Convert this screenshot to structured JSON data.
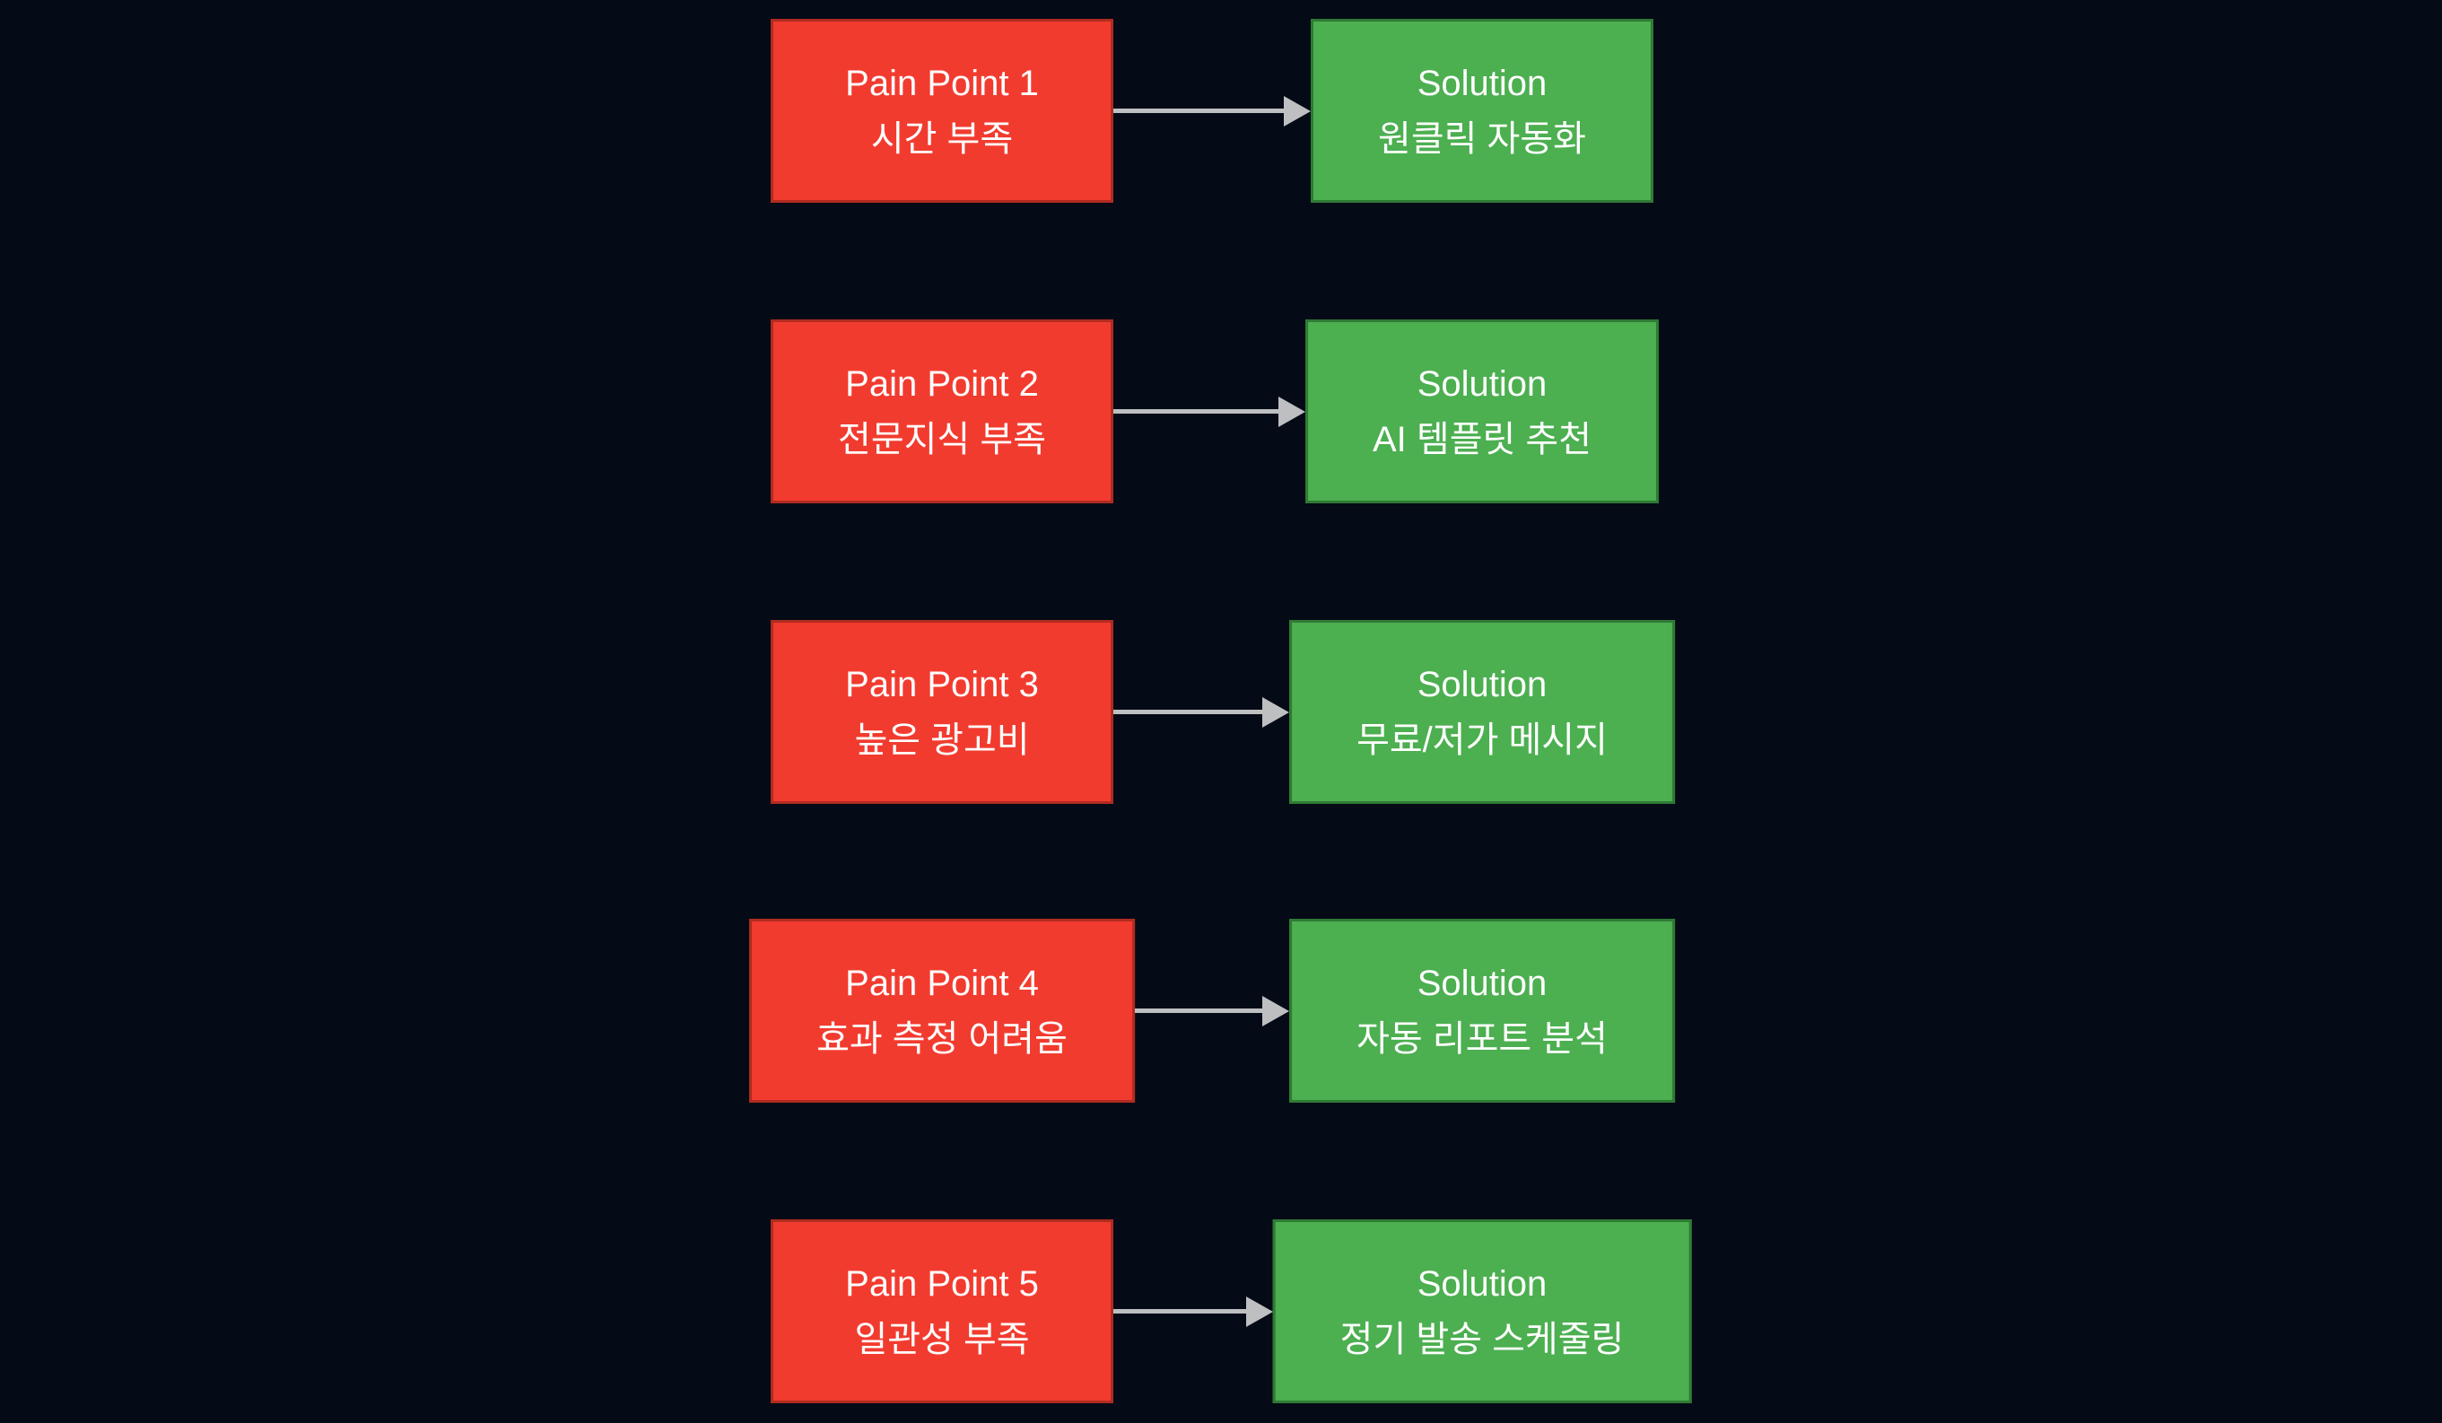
{
  "colors": {
    "background": "#040a16",
    "pain_fill": "#f23b2f",
    "pain_border": "#b02c20",
    "solution_fill": "#4caf50",
    "solution_border": "#2f7a35",
    "arrow": "#bdbfc1",
    "text": "#ffffff"
  },
  "rows": [
    {
      "pain": {
        "title": "Pain Point 1",
        "subtitle": "시간 부족"
      },
      "solution": {
        "title": "Solution",
        "subtitle": "원클릭 자동화"
      }
    },
    {
      "pain": {
        "title": "Pain Point 2",
        "subtitle": "전문지식 부족"
      },
      "solution": {
        "title": "Solution",
        "subtitle": "AI 템플릿 추천"
      }
    },
    {
      "pain": {
        "title": "Pain Point 3",
        "subtitle": "높은 광고비"
      },
      "solution": {
        "title": "Solution",
        "subtitle": "무료/저가 메시지"
      }
    },
    {
      "pain": {
        "title": "Pain Point 4",
        "subtitle": "효과 측정 어려움"
      },
      "solution": {
        "title": "Solution",
        "subtitle": "자동 리포트 분석"
      }
    },
    {
      "pain": {
        "title": "Pain Point 5",
        "subtitle": "일관성 부족"
      },
      "solution": {
        "title": "Solution",
        "subtitle": "정기 발송 스케줄링"
      }
    }
  ]
}
